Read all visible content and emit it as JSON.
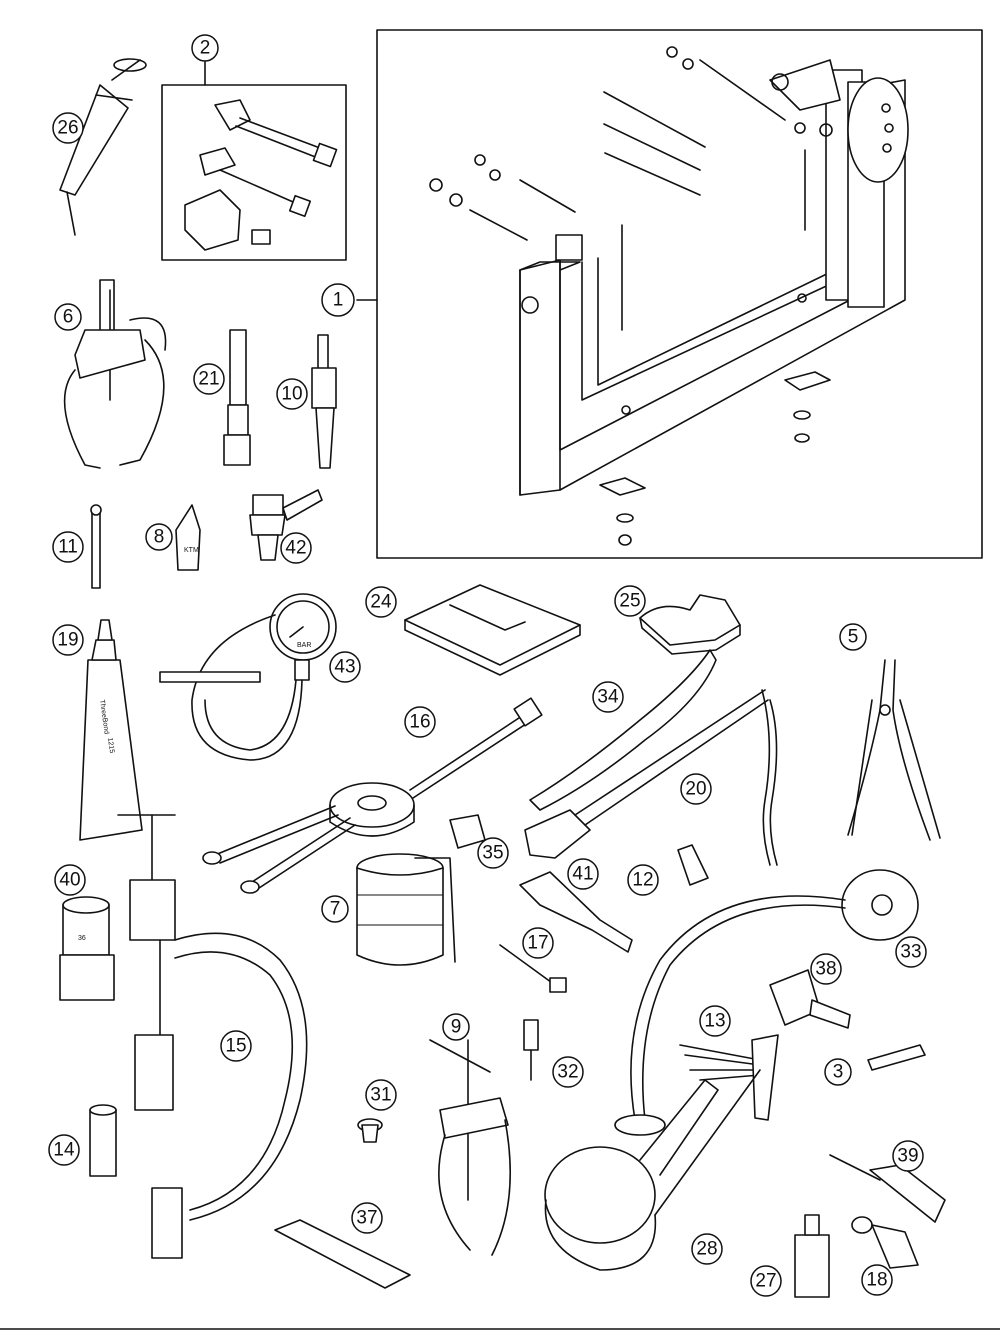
{
  "callouts": {
    "c1": "1",
    "c2": "2",
    "c3": "3",
    "c5": "5",
    "c6": "6",
    "c7": "7",
    "c8": "8",
    "c9": "9",
    "c10": "10",
    "c11": "11",
    "c12": "12",
    "c13": "13",
    "c14": "14",
    "c15": "15",
    "c16": "16",
    "c17": "17",
    "c18": "18",
    "c19": "19",
    "c20": "20",
    "c21": "21",
    "c24": "24",
    "c25": "25",
    "c26": "26",
    "c27": "27",
    "c28": "28",
    "c31": "31",
    "c32": "32",
    "c33": "33",
    "c34": "34",
    "c35": "35",
    "c37": "37",
    "c38": "38",
    "c39": "39",
    "c40": "40",
    "c41": "41",
    "c42": "42",
    "c43": "43"
  },
  "printed_text": {
    "threebond": "ThreeBond",
    "threebond_code": "1215",
    "socket_size": "36",
    "gauge_unit": "BAR",
    "ktm_tube": "KTM"
  },
  "colors": {
    "line": "#111111",
    "background": "#ffffff",
    "fill_light": "#e8e8e8"
  }
}
